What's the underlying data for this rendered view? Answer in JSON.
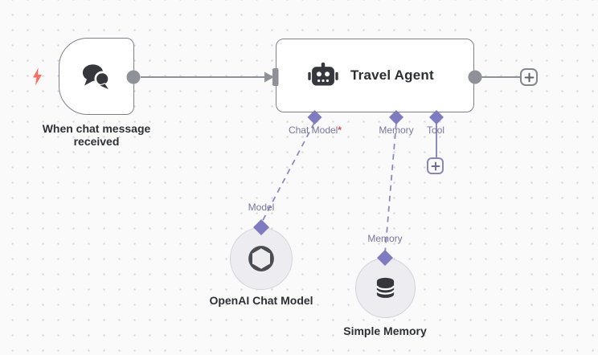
{
  "workflow": {
    "trigger": {
      "caption": "When chat message received"
    },
    "agent": {
      "title": "Travel Agent",
      "required_marker": "*",
      "inputs": [
        {
          "label": "Chat Model",
          "required": true
        },
        {
          "label": "Memory",
          "required": false
        },
        {
          "label": "Tool",
          "required": false
        }
      ]
    },
    "chat_model": {
      "port_label": "Model",
      "caption": "OpenAI Chat Model"
    },
    "memory": {
      "port_label": "Memory",
      "caption": "Simple Memory"
    }
  },
  "icons": {
    "trigger": "chat-bubbles-icon",
    "trigger_badge": "lightning-bolt-icon",
    "agent": "robot-icon",
    "chat_model": "openai-logo-icon",
    "memory": "database-icon",
    "add_node": "plus-icon"
  },
  "colors": {
    "canvas_bg": "#fafafb",
    "grid_dot": "#d4d4da",
    "node_border": "#7f8188",
    "connector_gray": "#8f9198",
    "endpoint_purple": "#7e7bc0",
    "label_purple": "#78769b",
    "required_red": "#e5484d",
    "bolt_coral": "#ff6b5c",
    "icon_dark": "#35373d",
    "circle_node_bg": "#ededf1",
    "text_dark": "#2e3036"
  }
}
